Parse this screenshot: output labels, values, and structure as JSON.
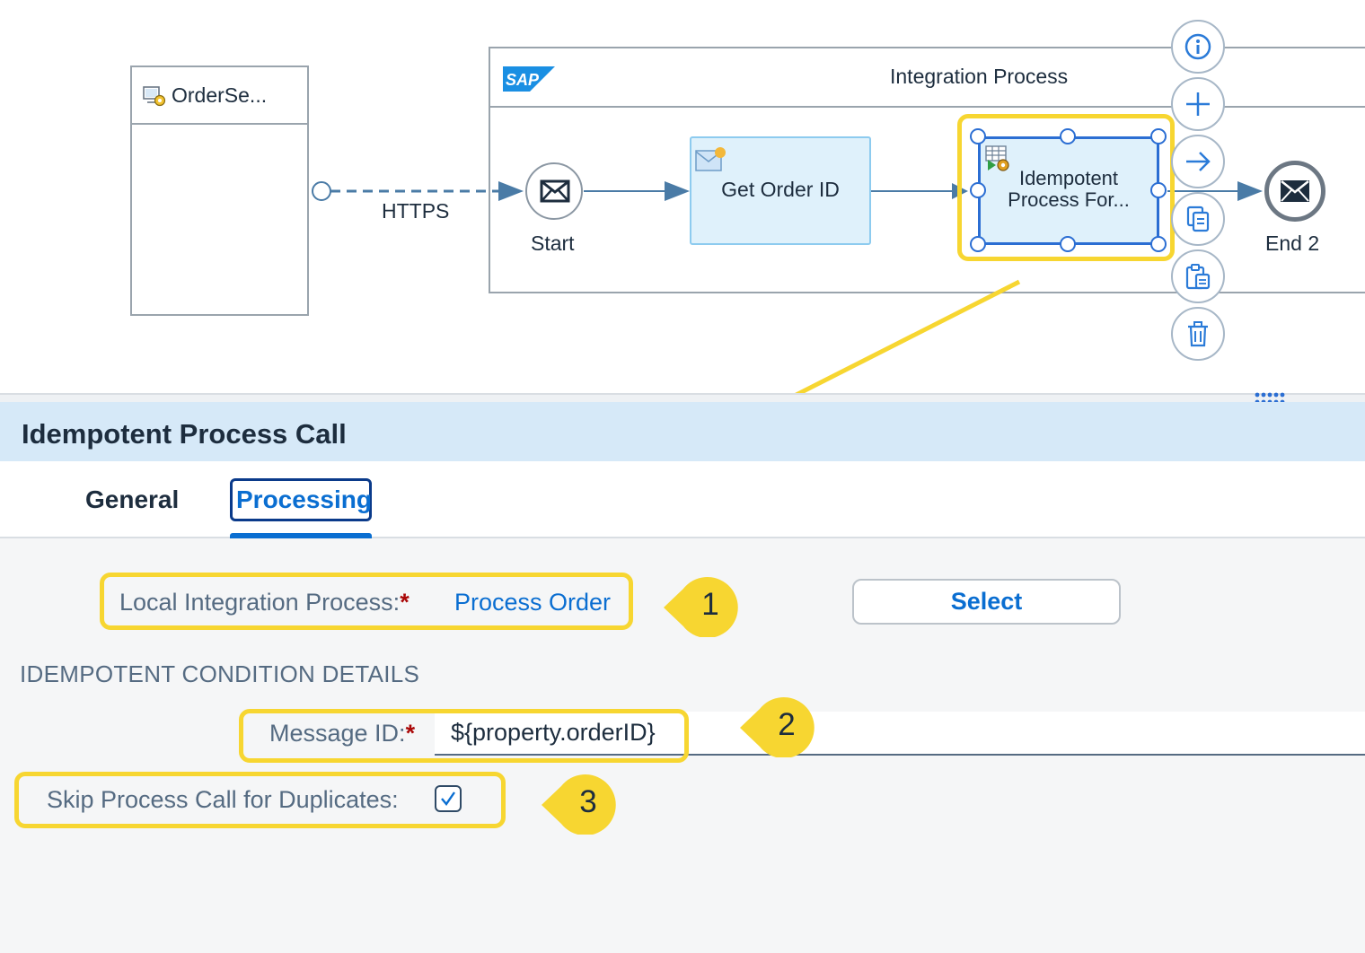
{
  "diagram": {
    "sender": {
      "label": "OrderSe..."
    },
    "pool": {
      "title": "Integration Process",
      "logo_text": "SAP"
    },
    "connection_label": "HTTPS",
    "start_event": {
      "label": "Start"
    },
    "task_get_order": {
      "label": "Get Order ID"
    },
    "task_idempotent": {
      "line1": "Idempotent",
      "line2": "Process For..."
    },
    "end_event": {
      "label": "End 2"
    },
    "context_menu": [
      "info-icon",
      "plus-icon",
      "arrow-right-icon",
      "copy-icon",
      "paste-icon",
      "trash-icon"
    ]
  },
  "panel": {
    "title": "Idempotent Process Call",
    "tabs": [
      {
        "label": "General",
        "active": false
      },
      {
        "label": "Processing",
        "active": true
      }
    ],
    "local_process": {
      "label": "Local Integration Process:",
      "required": "*",
      "value": "Process Order"
    },
    "select_button": "Select",
    "section_title": "IDEMPOTENT CONDITION DETAILS",
    "message_id": {
      "label": "Message ID:",
      "required": "*",
      "value": "${property.orderID}"
    },
    "skip_duplicates": {
      "label": "Skip Process Call for Duplicates:",
      "checked": true
    }
  },
  "annotations": [
    "1",
    "2",
    "3"
  ],
  "colors": {
    "highlight": "#f7d631",
    "accent": "#0a6ed1",
    "selection": "#2b6ed3",
    "header_bg": "#d6e9f8"
  }
}
